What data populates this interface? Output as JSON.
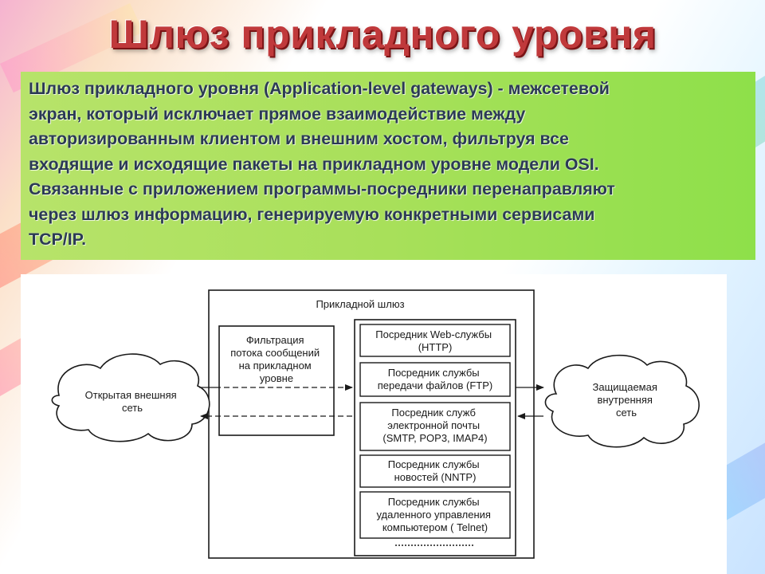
{
  "slide": {
    "title": "Шлюз прикладного уровня",
    "description_lines": [
      "Шлюз прикладного уровня (Application-level gateways) - межсетевой",
      "экран, который исключает прямое взаимодействие между",
      "авторизированным клиентом и внешним хостом, фильтруя все",
      "входящие и исходящие пакеты на прикладном уровне модели OSI.",
      "Связанные с приложением программы-посредники перенаправляют",
      "через шлюз информацию, генерируемую конкретными сервисами",
      "TCP/IP."
    ]
  },
  "diagram": {
    "gateway_label": "Прикладной шлюз",
    "filter_lines": [
      "Фильтрация",
      "потока сообщений",
      "на прикладном",
      "уровне"
    ],
    "external_network_lines": [
      "Открытая внешняя",
      "сеть"
    ],
    "internal_network_lines": [
      "Защищаемая",
      "внутренняя",
      "сеть"
    ],
    "proxies": [
      {
        "lines": [
          "Посредник Web-службы",
          "(HTTP)"
        ]
      },
      {
        "lines": [
          "Посредник службы",
          "передачи файлов (FTP)"
        ]
      },
      {
        "lines": [
          "Посредник служб",
          "электронной почты",
          "(SMTP, POP3, IMAP4)"
        ]
      },
      {
        "lines": [
          "Посредник службы",
          "новостей (NNTP)"
        ]
      },
      {
        "lines": [
          "Посредник службы",
          "удаленного управления",
          "компьютером ( Telnet)"
        ]
      }
    ]
  },
  "colors": {
    "title": "#c0393b",
    "text": "#2b3a55",
    "text_box": "#a8e05a"
  }
}
